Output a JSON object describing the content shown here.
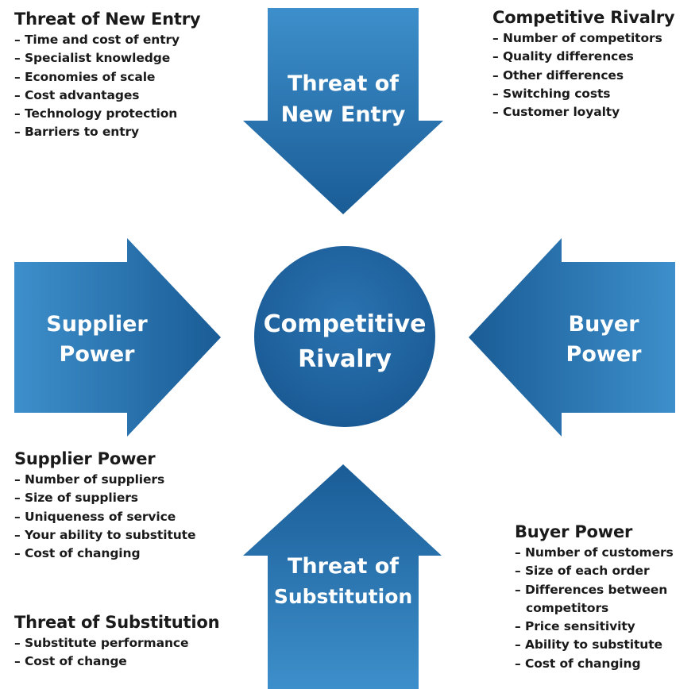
{
  "colors": {
    "arrow_light": "#3b8cc8",
    "arrow_dark": "#1a5e98",
    "circle": "#1f64a0",
    "text": "#1a1a1a",
    "label": "#ffffff"
  },
  "center": {
    "line1": "Competitive",
    "line2": "Rivalry"
  },
  "arrows": {
    "top": {
      "line1": "Threat of",
      "line2": "New Entry"
    },
    "left": {
      "line1": "Supplier",
      "line2": "Power"
    },
    "right": {
      "line1": "Buyer",
      "line2": "Power"
    },
    "bottom": {
      "line1": "Threat of",
      "line2": "Substitution"
    }
  },
  "blocks": {
    "new_entry": {
      "title": "Threat of New Entry",
      "items": [
        "Time and cost of entry",
        "Specialist knowledge",
        "Economies of scale",
        "Cost advantages",
        "Technology protection",
        "Barriers to entry"
      ]
    },
    "rivalry": {
      "title": "Competitive Rivalry",
      "items": [
        "Number of competitors",
        "Quality differences",
        "Other differences",
        "Switching costs",
        "Customer loyalty"
      ]
    },
    "supplier": {
      "title": "Supplier Power",
      "items": [
        "Number of suppliers",
        "Size of suppliers",
        "Uniqueness of service",
        "Your ability to substitute",
        "Cost of changing"
      ]
    },
    "substitution": {
      "title": "Threat of Substitution",
      "items": [
        "Substitute performance",
        "Cost of change"
      ]
    },
    "buyer": {
      "title": "Buyer Power",
      "items": [
        "Number of customers",
        "Size of each order",
        "Differences between competitors",
        "Price sensitivity",
        "Ability to substitute",
        "Cost of changing"
      ]
    }
  }
}
